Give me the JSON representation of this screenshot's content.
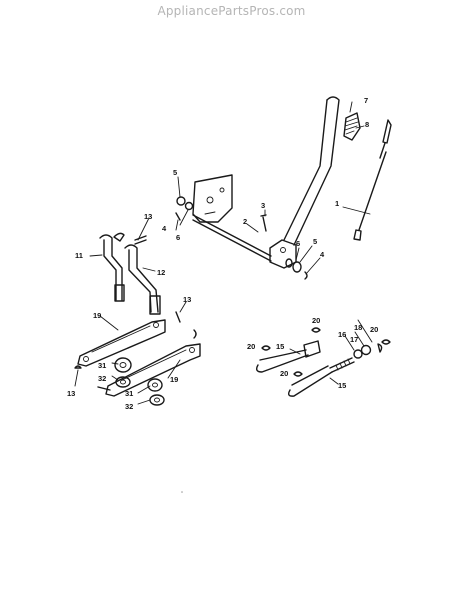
{
  "watermark": "AppliancePartsPros.com",
  "callouts": [
    {
      "id": "c1",
      "text": "1"
    },
    {
      "id": "c2",
      "text": "2"
    },
    {
      "id": "c3",
      "text": "3"
    },
    {
      "id": "c4a",
      "text": "4"
    },
    {
      "id": "c4b",
      "text": "4"
    },
    {
      "id": "c5a",
      "text": "5"
    },
    {
      "id": "c5b",
      "text": "5"
    },
    {
      "id": "c6a",
      "text": "6"
    },
    {
      "id": "c6b",
      "text": "6"
    },
    {
      "id": "c7",
      "text": "7"
    },
    {
      "id": "c8",
      "text": "8"
    },
    {
      "id": "c11",
      "text": "11"
    },
    {
      "id": "c12",
      "text": "12"
    },
    {
      "id": "c13a",
      "text": "13"
    },
    {
      "id": "c13b",
      "text": "13"
    },
    {
      "id": "c13c",
      "text": "13"
    },
    {
      "id": "c15a",
      "text": "15"
    },
    {
      "id": "c15b",
      "text": "15"
    },
    {
      "id": "c16",
      "text": "16"
    },
    {
      "id": "c17",
      "text": "17"
    },
    {
      "id": "c18",
      "text": "18"
    },
    {
      "id": "c19a",
      "text": "19"
    },
    {
      "id": "c19b",
      "text": "19"
    },
    {
      "id": "c20a",
      "text": "20"
    },
    {
      "id": "c20b",
      "text": "20"
    },
    {
      "id": "c20c",
      "text": "20"
    },
    {
      "id": "c20d",
      "text": "20"
    },
    {
      "id": "c31a",
      "text": "31"
    },
    {
      "id": "c31b",
      "text": "31"
    },
    {
      "id": "c32a",
      "text": "32"
    },
    {
      "id": "c32b",
      "text": "32"
    }
  ]
}
